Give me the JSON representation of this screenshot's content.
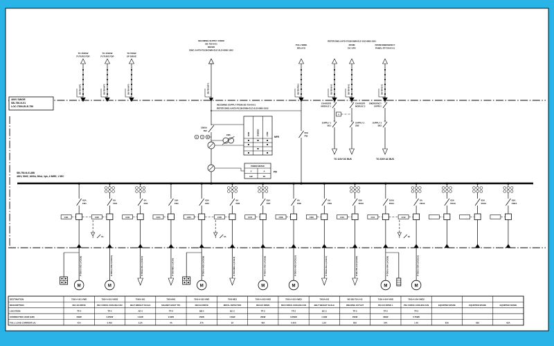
{
  "colors": {
    "frame": "#29b3e6",
    "paper": "#ffffff",
    "ink": "#000000"
  },
  "swgr_box": {
    "l1": "400V SWGR",
    "l2": "SB-750-N-01",
    "l3": "LOC:7500-ELE-750"
  },
  "bus": {
    "name": "SB-750-N-01-BB",
    "rating": "400V, 50HZ, 1600A, 50kA, 3ph, 4 WIRE, 1 SEC"
  },
  "symbols": {
    "motor": "M"
  },
  "incoming": {
    "top": [
      "INCOMING SUPPLY FROM",
      "SB-750-N-01",
      "REFER",
      "DWG:AAFD-F0138-DWN-ELE-SLD-6800-1002"
    ],
    "note1": "INCOMING SUPPLY FROM SB-750-N-01",
    "note2": "REFER DWG:AAFD-F0138-DWN-ELE-SLD-6800-1002",
    "cable": "SB-750-N-P-1",
    "amp": "2500A",
    "id": "INC",
    "kwh": "kWh",
    "meters": [
      "A",
      "V",
      "W"
    ],
    "mfr": {
      "headers": [
        "50/51",
        "50N/51N",
        "27/59"
      ],
      "label": "MFR"
    },
    "pm": {
      "title": "POWER METER",
      "cells": [
        "V",
        "A",
        "kW",
        "PF"
      ],
      "label": "PM"
    }
  },
  "future": [
    {
      "l1": "TO 450KW",
      "l2": "FUTURE FDR",
      "tag": "SB-750-N-F1"
    },
    {
      "l1": "TO 450KW",
      "l2": "FUTURE FDR",
      "tag": "SB-750-N-F2"
    },
    {
      "l1": "TO 55KW",
      "l2": "SP DRIVE",
      "tag": "SB-750-N-F3"
    }
  ],
  "right": {
    "refer": "REFER DWG:AAFD-F0138-DWN-ELE-SLD-6800-1004",
    "out_dc": "TO 110V DC BUS",
    "out_ac": "TO 230V AC BUS",
    "interlock": "V",
    "items": [
      {
        "top1": "PULL WIRE",
        "top2": "RELAYS",
        "tag": "SB-750-PW-1",
        "amp": "63A",
        "id": "PW",
        "sw1a": "",
        "sw1b": "",
        "sw2a": "",
        "sw2b": ""
      },
      {
        "top1": "",
        "top2": "",
        "tag": "SB-750-B-01",
        "amp": "",
        "id": "",
        "sw1a": "CHARGER",
        "sw1b": "MODULE 1",
        "sw2a": "SUPPLY 1",
        "sw2b": "SB1"
      },
      {
        "top1": "FROM",
        "top2": "DC UPS",
        "tag": "SB-750-B-02",
        "amp": "",
        "id": "",
        "sw1a": "CHARGER",
        "sw1b": "MODULE 2",
        "sw2a": "SUPPLY 2",
        "sw2b": "SB2"
      },
      {
        "top1": "FROM EMERGENCY",
        "top2": "PANEL EP-750-E-01",
        "tag": "SB-750-E-01",
        "amp": "",
        "id": "",
        "sw1a": "EMERGENCY",
        "sw1b": "SUPPLY",
        "sw2a": "SUPPLY 3",
        "sw2b": "SB3"
      }
    ]
  },
  "table": {
    "row_headers": [
      "DESTINATION",
      "DESCRIPTION",
      "LOCATION",
      "CONNECTED LOAD (kW)",
      "FULL LOAD CURRENT (A)"
    ]
  },
  "feeders": [
    {
      "amp": "63A",
      "id": "FD1",
      "tag": "C/01",
      "cable": "P-7500-A-001-1 (4CX16)",
      "end": "jb_m",
      "ct": false,
      "link": true,
      "link_label": "6A",
      "table": {
        "dest": "7500-A-001-VWD",
        "desc": "DE1 EX DRIVE",
        "loc": "TP-4",
        "load": "23kW",
        "flc": "41A"
      }
    },
    {
      "amp": "6A",
      "id": "FD2",
      "tag": "C/02",
      "cable": "P-7500-A-001-2 (4CX2.5)",
      "end": "m",
      "ct": true,
      "link": false,
      "link_label": "",
      "table": {
        "dest": "7500-A-001-VWD2",
        "desc": "DE1 FORCE COOLING FAN",
        "loc": "TP-4",
        "load": "0.25kW",
        "flc": "0.45A"
      }
    },
    {
      "amp": "6A",
      "id": "FD3",
      "tag": "C/03",
      "cable": "P-7500A-001-1 (4CX2.5)",
      "end": "arrow",
      "ct": true,
      "link": false,
      "link_label": "",
      "table": {
        "dest": "7500A-001",
        "desc": "BELT WEIGHT SCALE",
        "loc": "AE-4",
        "load": "1.1kW",
        "flc": "2.2A"
      }
    },
    {
      "amp": "16A",
      "id": "FD4",
      "tag": "C/04",
      "cable": "P-7500-MH1-1 (4CX4)",
      "end": "arrow",
      "ct": false,
      "link": false,
      "link_label": "",
      "table": {
        "dest": "7500-MH1",
        "desc": "MAGNET HOIST TP1",
        "loc": "TP-4",
        "load": "2.2kW",
        "flc": "4A"
      }
    },
    {
      "amp": "63A",
      "id": "FD5",
      "tag": "C/05",
      "cable": "P-7500-A-002-1 (4CX16)",
      "end": "jb_m",
      "ct": false,
      "link": true,
      "link_label": "6A",
      "table": {
        "dest": "7500-A-002-VWD",
        "desc": "DE2 EX DRIVE",
        "loc": "BB-4",
        "load": "15kW",
        "flc": "27A"
      }
    },
    {
      "amp": "6A",
      "id": "FD6",
      "tag": "C/06",
      "cable": "P-7500-MD2-1 (4CX2.5)",
      "end": "arrow",
      "ct": true,
      "link": false,
      "link_label": "",
      "table": {
        "dest": "7500-MD2",
        "desc": "METAL DETECTOR",
        "loc": "BC-2",
        "load": "1.5kW",
        "flc": "3A"
      }
    },
    {
      "amp": "63A",
      "id": "FD7",
      "tag": "C/07",
      "cable": "P-7500-A-003-1 (4CX16)",
      "end": "m",
      "ct": true,
      "link": false,
      "link_label": "",
      "table": {
        "dest": "7500-A-003-VWD",
        "desc": "DE3 EX DRIVE",
        "loc": "TP-2",
        "load": "22kW",
        "flc": "40A"
      }
    },
    {
      "amp": "6A",
      "id": "FD8",
      "tag": "C/08",
      "cable": "P-7500-A-003-2 (4CX2.5)",
      "end": "m",
      "ct": false,
      "link": false,
      "link_label": "",
      "table": {
        "dest": "7500-A-003-VWD2",
        "desc": "DE3 FORCE COOLING FAN",
        "loc": "TP-2",
        "load": "0.25kW",
        "flc": "0.45A"
      }
    },
    {
      "amp": "6A",
      "id": "FD9",
      "tag": "C/09",
      "cable": "P-7500A-002-1 (4CX2.5)",
      "end": "arrow",
      "ct": false,
      "link": false,
      "link_label": "",
      "table": {
        "dest": "7500A-002",
        "desc": "BELT WEIGHT SCALE",
        "loc": "BC-3",
        "load": "1.1kW",
        "flc": "2.2A"
      }
    },
    {
      "amp": "63A",
      "id": "FD10",
      "tag": "C/10",
      "cable": "P-WS-750-A-02 (4CX16)",
      "end": "arrow",
      "ct": true,
      "link": false,
      "link_label": "",
      "table": {
        "dest": "WS-BB-750-A-02",
        "desc": "WELDING OUTLET",
        "loc": "TP-2",
        "load": "25kW",
        "flc": "63A"
      }
    },
    {
      "amp": "100A",
      "id": "FD11",
      "tag": "C/11",
      "cable": "P-7500-A-004-1 (4CX35)",
      "end": "m_dev",
      "ct": false,
      "link": true,
      "link_label": "6A",
      "table": {
        "dest": "7500-A-004-VWD",
        "desc": "PE1 EX DRIVE 1",
        "loc": "TP-2",
        "load": "30kW",
        "flc": "54A"
      }
    },
    {
      "amp": "6A",
      "id": "FD12",
      "tag": "C/12",
      "cable": "P-7500-A-004-2 (4CX2.5)",
      "end": "m",
      "ct": true,
      "link": false,
      "link_label": "",
      "table": {
        "dest": "7500-A-004-VWD2",
        "desc": "PE1 FORCE COOLING FAN",
        "loc": "TP-2",
        "load": "0.75kW",
        "flc": "1.4A"
      }
    },
    {
      "amp": "63A",
      "id": "FD13",
      "tag": "",
      "cable": "",
      "end": "stub",
      "ct": true,
      "link": false,
      "link_label": "",
      "table": {
        "dest": "",
        "desc": "EQUIPPED SPARE",
        "loc": "",
        "load": "",
        "flc": "63A"
      }
    },
    {
      "amp": "63A",
      "id": "FD14",
      "tag": "",
      "cable": "",
      "end": "stub",
      "ct": true,
      "link": false,
      "link_label": "",
      "table": {
        "dest": "",
        "desc": "EQUIPPED SPARE",
        "loc": "",
        "load": "",
        "flc": "63A"
      }
    },
    {
      "amp": "63A",
      "id": "FD15",
      "tag": "",
      "cable": "",
      "end": "stub",
      "ct": true,
      "link": false,
      "link_label": "",
      "table": {
        "dest": "",
        "desc": "EQUIPPED SPARE",
        "loc": "",
        "load": "",
        "flc": "63A"
      }
    }
  ]
}
